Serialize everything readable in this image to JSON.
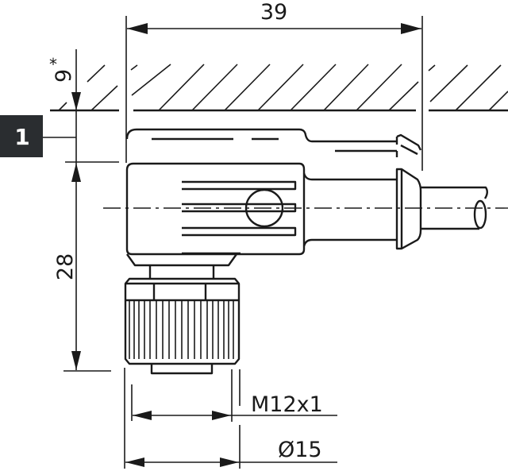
{
  "drawing": {
    "type": "technical-dimension-drawing",
    "subject": "angled M12 connector",
    "badge": {
      "label": "1",
      "bg_color": "#2a2d30",
      "text_color": "#ffffff"
    },
    "dimensions": {
      "overall_length": "39",
      "mounting_gap": "9",
      "mounting_gap_note": "*",
      "height": "28",
      "thread": "M12x1",
      "diameter": "Ø15"
    },
    "line_color": "#1a1a1a"
  }
}
